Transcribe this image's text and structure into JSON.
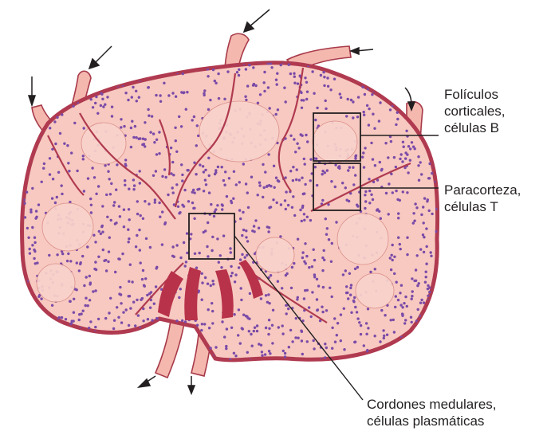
{
  "labels": {
    "follicles": {
      "line1": "Folículos",
      "line2": "corticales,",
      "line3": "células B"
    },
    "paracortex": {
      "line1": "Paracorteza,",
      "line2": "células T"
    },
    "cords": {
      "line1": "Cordones medulares,",
      "line2": "células plasmáticas"
    }
  },
  "colors": {
    "capsule": "#b03a50",
    "tissue": "#f7c9c0",
    "vessel": "#f4b8ae",
    "vessel_outline": "#a83a4a",
    "lymphocyte": "#7a4aa8",
    "hilum": "#b8324a",
    "text": "#231f20",
    "line": "#231f20"
  },
  "icons": [
    "afferent-arrow-icon",
    "efferent-arrow-icon"
  ]
}
